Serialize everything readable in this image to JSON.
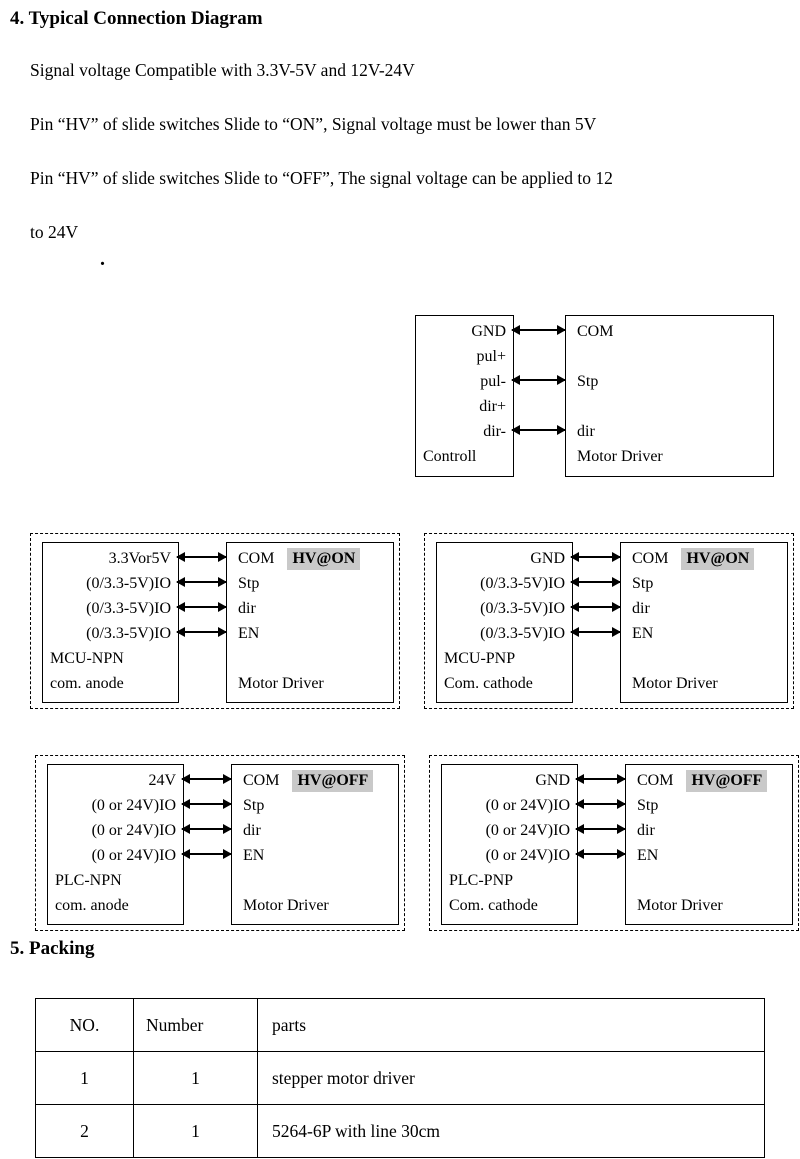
{
  "sections": {
    "s4_title": "4. Typical Connection Diagram",
    "s5_title": "5. Packing"
  },
  "paragraphs": [
    "Signal voltage Compatible with 3.3V-5V and 12V-24V",
    "Pin “HV” of slide switches Slide to “ON”, Signal voltage must be lower than 5V",
    "Pin “HV” of slide switches Slide to “OFF”, The signal voltage can be applied to 12",
    "to 24V",
    "."
  ],
  "top_diagram": {
    "left_pins": [
      "GND",
      "pul+",
      "pul-",
      "dir+",
      "dir-"
    ],
    "left_label": "Controll",
    "right_pins": [
      "COM",
      "Stp",
      "dir"
    ],
    "right_label": "Motor Driver"
  },
  "sub_diagrams": [
    {
      "left_rows": [
        "3.3Vor5V",
        "(0/3.3-5V)IO",
        "(0/3.3-5V)IO",
        "(0/3.3-5V)IO"
      ],
      "left_label1": "MCU-NPN",
      "left_label2": "com. anode",
      "right_rows": [
        "COM",
        "Stp",
        "dir",
        "EN"
      ],
      "hv_badge": "HV@ON",
      "right_label": "Motor Driver"
    },
    {
      "left_rows": [
        "GND",
        "(0/3.3-5V)IO",
        "(0/3.3-5V)IO",
        "(0/3.3-5V)IO"
      ],
      "left_label1": "MCU-PNP",
      "left_label2": "Com. cathode",
      "right_rows": [
        "COM",
        "Stp",
        "dir",
        "EN"
      ],
      "hv_badge": "HV@ON",
      "right_label": "Motor Driver"
    },
    {
      "left_rows": [
        "24V",
        "(0 or 24V)IO",
        "(0 or 24V)IO",
        "(0 or 24V)IO"
      ],
      "left_label1": "PLC-NPN",
      "left_label2": "com. anode",
      "right_rows": [
        "COM",
        "Stp",
        "dir",
        "EN"
      ],
      "hv_badge": "HV@OFF",
      "right_label": "Motor Driver"
    },
    {
      "left_rows": [
        "GND",
        "(0 or 24V)IO",
        "(0 or 24V)IO",
        "(0 or 24V)IO"
      ],
      "left_label1": "PLC-PNP",
      "left_label2": "Com. cathode",
      "right_rows": [
        "COM",
        "Stp",
        "dir",
        "EN"
      ],
      "hv_badge": "HV@OFF",
      "right_label": "Motor Driver"
    }
  ],
  "packing_table": {
    "headers": [
      "NO.",
      "Number",
      "parts"
    ],
    "rows": [
      [
        "1",
        "1",
        "stepper motor driver"
      ],
      [
        "2",
        "1",
        "5264-6P with line 30cm"
      ]
    ]
  },
  "colors": {
    "badge_bg": "#c9c9c9",
    "line": "#000000"
  }
}
